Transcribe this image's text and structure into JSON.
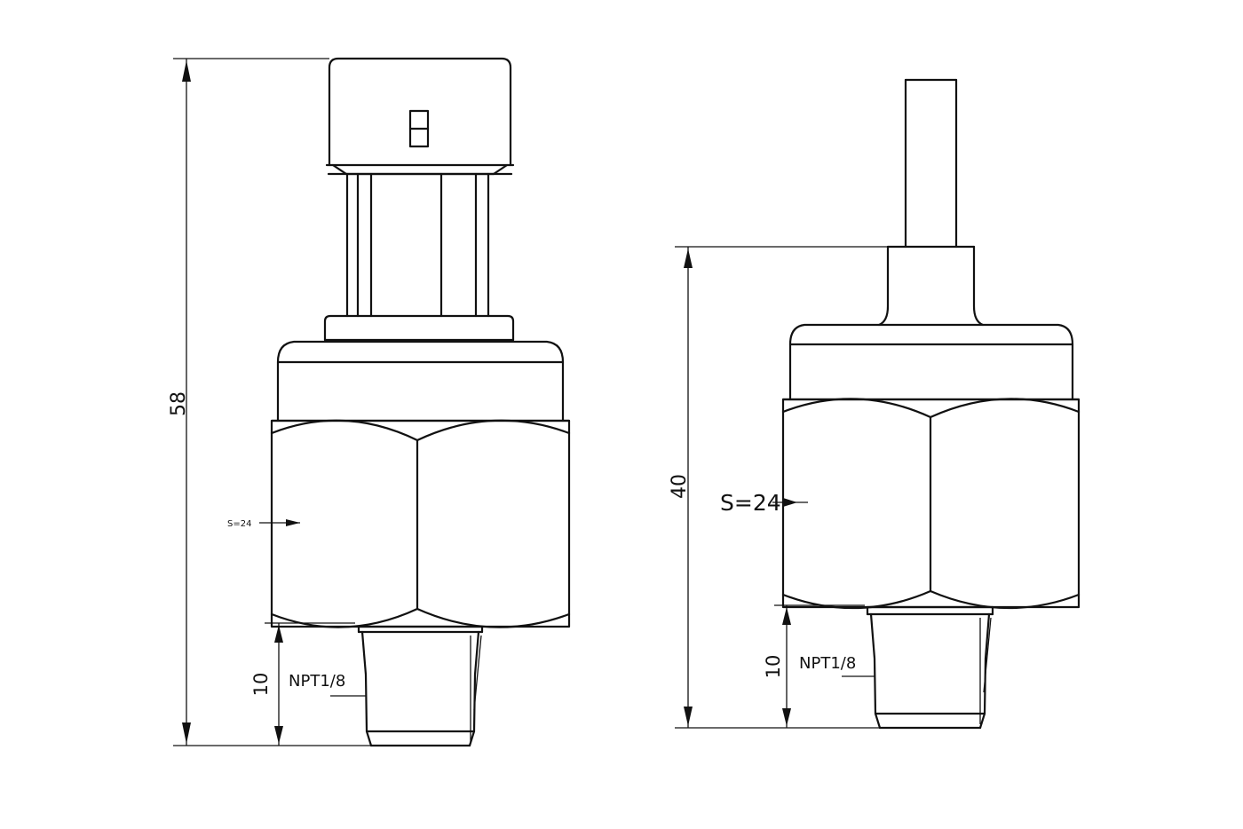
{
  "left_view": {
    "overall_height": "58",
    "thread_height": "10",
    "hex_size_label": "S=24",
    "thread_label": "NPT1/8"
  },
  "right_view": {
    "overall_height": "40",
    "thread_height": "10",
    "hex_size_label": "S=24",
    "thread_label": "NPT1/8"
  }
}
